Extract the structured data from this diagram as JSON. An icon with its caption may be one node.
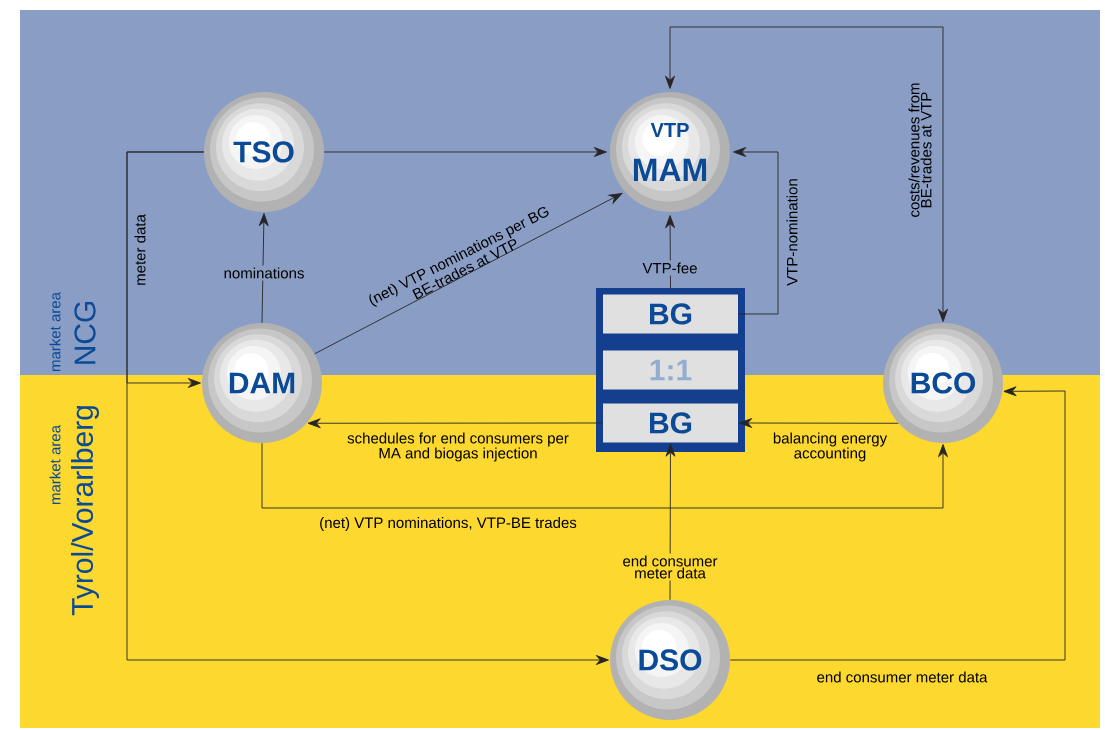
{
  "diagram": {
    "nodes": [
      {
        "text": [
          "TSO"
        ]
      },
      {
        "text": [
          "VTP",
          "MAM"
        ]
      },
      {
        "text": [
          "DAM"
        ]
      },
      {
        "text": [
          "BCO"
        ]
      },
      {
        "text": [
          "DSO"
        ]
      },
      {
        "text": [],
        "shape": "box"
      },
      {
        "text": [
          "BG"
        ],
        "in": 5
      },
      {
        "text": [
          "1:1"
        ],
        "in": 5
      },
      {
        "text": [
          "BG"
        ],
        "in": 5
      }
    ],
    "edges": [
      {
        "from": 0,
        "to": 1,
        "arrow": "to"
      },
      {
        "from": 2,
        "to": 0,
        "arrow": "to",
        "label": "nominations"
      },
      {
        "from": 2,
        "to": 1,
        "arrow": "to",
        "label": "(net) VTP nominations per BG BE-trades at VTP"
      },
      {
        "from": 5,
        "to": 1,
        "arrow": "to",
        "label": "VTP-fee"
      },
      {
        "from": 6,
        "to": 1,
        "arrow": "to",
        "label": "VTP-nomination"
      },
      {
        "from": 1,
        "to": 3,
        "arrow": "both",
        "label": "costs/revenues from BE-trades at VTP"
      },
      {
        "from": 8,
        "to": 2,
        "arrow": "to",
        "label": "schedules for end consumers per MA and biogas injection"
      },
      {
        "from": 3,
        "to": 8,
        "arrow": "to",
        "label": "balancing energy accounting"
      },
      {
        "from": 2,
        "to": 3,
        "arrow": "to",
        "label": "(net) VTP nominations, VTP-BE trades"
      },
      {
        "from": 4,
        "to": 8,
        "arrow": "to",
        "label": "end consumer meter data"
      },
      {
        "from": 4,
        "to": 3,
        "arrow": "to",
        "label": "end consumer meter data"
      },
      {
        "from": 0,
        "to": 2,
        "arrow": "to"
      },
      {
        "from": 0,
        "to": 4,
        "arrow": "to",
        "label": "meter data"
      }
    ],
    "labels": [
      "market area",
      "NCG",
      "market area",
      "Tyrol/Vorarlberg"
    ]
  }
}
